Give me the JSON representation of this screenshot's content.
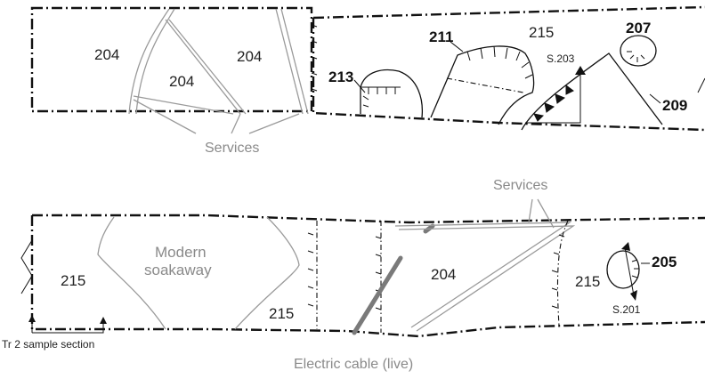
{
  "labels": {
    "l204a": "204",
    "l204b": "204",
    "l204c": "204",
    "l211": "211",
    "l215top": "215",
    "l207": "207",
    "l213": "213",
    "l209": "209",
    "s203": "S.203",
    "servicesTop": "Services",
    "servicesBottom": "Services",
    "l215left": "215",
    "modern1": "Modern",
    "modern2": "soakaway",
    "l215mid": "215",
    "l204bot": "204",
    "l215right": "215",
    "l205": "205",
    "s201": "S.201",
    "sampleSection": "Tr 2 sample section",
    "electric": "Electric cable (live)"
  }
}
